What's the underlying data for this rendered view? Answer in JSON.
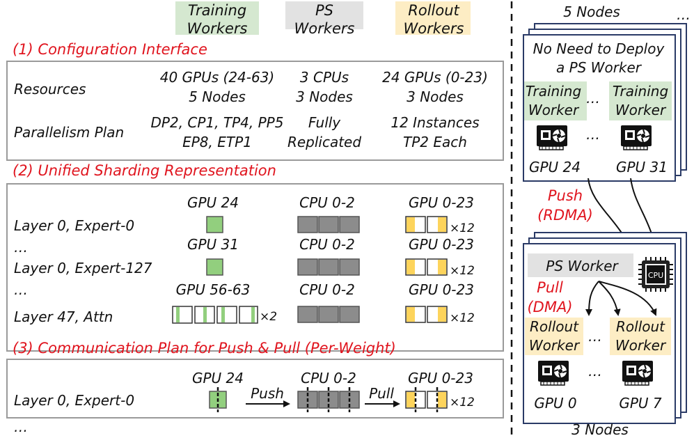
{
  "legend": {
    "training": "Training Workers",
    "ps": "PS Workers",
    "rollout": "Rollout Workers"
  },
  "colors": {
    "training": "#d5e8d0",
    "training_fill": "#92cf7e",
    "ps": "#e2e2e2",
    "ps_fill": "#8c8c8c",
    "rollout": "#fdedc4",
    "rollout_fill": "#fdd45c",
    "accent_red": "#e0141e"
  },
  "sections": {
    "config": "(1) Configuration Interface",
    "sharding": "(2) Unified Sharding Representation",
    "comm": "(3) Communication Plan for Push & Pull (Per-Weight)"
  },
  "config": {
    "resources_label": "Resources",
    "parallelism_label": "Parallelism Plan",
    "training_resources": [
      "40 GPUs (24-63)",
      "5 Nodes"
    ],
    "ps_resources": [
      "3 CPUs",
      "3 Nodes"
    ],
    "rollout_resources": [
      "24 GPUs (0-23)",
      "3 Nodes"
    ],
    "training_plan": [
      "DP2, CP1, TP4, PP5",
      "EP8, ETP1"
    ],
    "ps_plan": [
      "Fully",
      "Replicated"
    ],
    "rollout_plan": [
      "12 Instances",
      "TP2 Each"
    ]
  },
  "sharding": {
    "rows": [
      {
        "label": "Layer 0, Expert-0",
        "training_dev": "GPU 24",
        "ps_dev": "CPU 0-2",
        "rollout_dev": "GPU 0-23",
        "rollout_mult": "×12"
      },
      {
        "label": "Layer 0, Expert-127",
        "training_dev": "GPU 31",
        "ps_dev": "CPU 0-2",
        "rollout_dev": "GPU 0-23",
        "rollout_mult": "×12"
      },
      {
        "label": "Layer 47, Attn",
        "training_dev": "GPU 56-63",
        "ps_dev": "CPU 0-2",
        "rollout_dev": "GPU 0-23",
        "rollout_mult": "×12",
        "training_mult": "×2"
      }
    ],
    "ellipsis": "…"
  },
  "comm": {
    "label": "Layer 0, Expert-0",
    "training_dev": "GPU 24",
    "ps_dev": "CPU 0-2",
    "rollout_dev": "GPU 0-23",
    "push": "Push",
    "pull": "Pull",
    "mult": "×12",
    "ellipsis": "…"
  },
  "right": {
    "top_nodes": "5 Nodes",
    "top_ellipsis": "…",
    "no_deploy": [
      "No Need to Deploy",
      "a PS Worker"
    ],
    "training_worker": [
      "Training",
      "Worker"
    ],
    "gpu_left": "GPU 24",
    "gpu_right": "GPU 31",
    "push": [
      "Push",
      "(RDMA)"
    ],
    "ps_worker": "PS Worker",
    "cpu_chip": "CPU",
    "pull": [
      "Pull",
      "(DMA)"
    ],
    "rollout_worker": [
      "Rollout",
      "Worker"
    ],
    "gpu_bottom_left": "GPU 0",
    "gpu_bottom_right": "GPU 7",
    "bottom_nodes": "3 Nodes",
    "mid_ellipsis": "…"
  }
}
